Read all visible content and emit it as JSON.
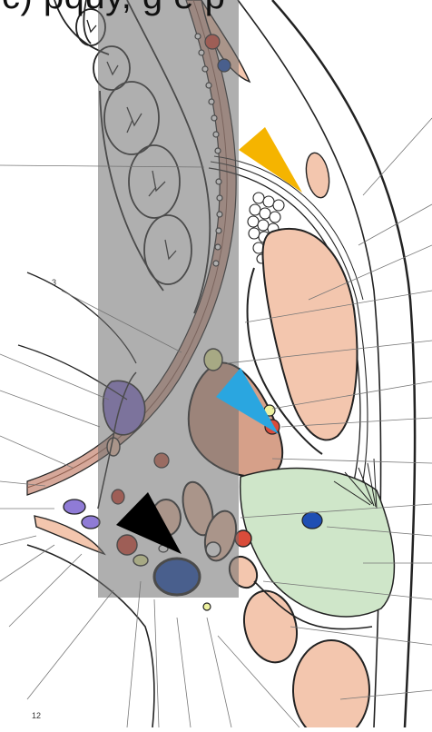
{
  "header": {
    "text": "c) pquy, g e p"
  },
  "labels": {
    "label_3": "3",
    "label_12": "12"
  },
  "colors": {
    "muscle": "#f3c6ae",
    "muscle_dark": "#c9917a",
    "bone_band": "#d6a89a",
    "green_region": "#cfe6c9",
    "vessel_blue": "#1e4fb3",
    "vessel_red": "#d94c3a",
    "purple": "#8f7bd6",
    "lymph_yellow": "#eef2a0",
    "overlay_gray": "rgba(120,120,120,0.55)",
    "arrow_orange": "#f5b400",
    "arrow_cyan": "#2aa6e0",
    "arrow_black": "#000000"
  },
  "markers": [
    {
      "name": "orange-arrowhead",
      "color": "arrow_orange"
    },
    {
      "name": "cyan-arrowhead",
      "color": "arrow_cyan"
    },
    {
      "name": "black-arrowhead",
      "color": "arrow_black"
    }
  ]
}
